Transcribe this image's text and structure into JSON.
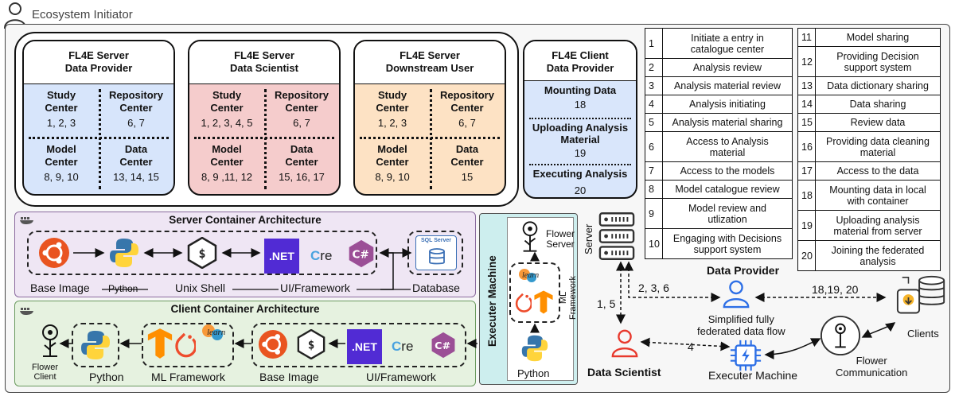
{
  "header": {
    "title": "Ecosystem Initiator"
  },
  "roles": [
    {
      "title": "FL4E Server\nData Provider",
      "color": "#d7e5fb",
      "cells": [
        {
          "name": "Study\nCenter",
          "value": "1, 2, 3"
        },
        {
          "name": "Repository\nCenter",
          "value": "6, 7"
        },
        {
          "name": "Model\nCenter",
          "value": "8, 9, 10"
        },
        {
          "name": "Data\nCenter",
          "value": "13, 14, 15"
        }
      ]
    },
    {
      "title": "FL4E Server\nData Scientist",
      "color": "#f5cccc",
      "cells": [
        {
          "name": "Study\nCenter",
          "value": "1, 2, 3, 4, 5"
        },
        {
          "name": "Repository\nCenter",
          "value": "6, 7"
        },
        {
          "name": "Model\nCenter",
          "value": "8, 9 ,11, 12"
        },
        {
          "name": "Data\nCenter",
          "value": "15, 16, 17"
        }
      ]
    },
    {
      "title": "FL4E Server\nDownstream User",
      "color": "#fde2c4",
      "cells": [
        {
          "name": "Study\nCenter",
          "value": "1, 2, 3"
        },
        {
          "name": "Repository\nCenter",
          "value": "6, 7"
        },
        {
          "name": "Model\nCenter",
          "value": "8, 9, 10"
        },
        {
          "name": "Data\nCenter",
          "value": "15"
        }
      ]
    }
  ],
  "client_box": {
    "title": "FL4E Client\nData Provider",
    "items": [
      {
        "name": "Mounting Data",
        "value": "18"
      },
      {
        "name": "Uploading Analysis\nMaterial",
        "value": "19"
      },
      {
        "name": "Executing Analysis",
        "value": "20"
      }
    ]
  },
  "steps_left": [
    {
      "n": "1",
      "text": "Initiate a entry in\ncatalogue center"
    },
    {
      "n": "2",
      "text": "Analysis review"
    },
    {
      "n": "3",
      "text": "Analysis material review"
    },
    {
      "n": "4",
      "text": "Analysis initiating"
    },
    {
      "n": "5",
      "text": "Analysis material sharing"
    },
    {
      "n": "6",
      "text": "Access to Analysis\nmaterial"
    },
    {
      "n": "7",
      "text": "Access to the models"
    },
    {
      "n": "8",
      "text": "Model catalogue review"
    },
    {
      "n": "9",
      "text": "Model review and\nutlization"
    },
    {
      "n": "10",
      "text": "Engaging with Decisions\nsupport system"
    }
  ],
  "steps_right": [
    {
      "n": "11",
      "text": "Model sharing"
    },
    {
      "n": "12",
      "text": "Providing Decision\nsupport system"
    },
    {
      "n": "13",
      "text": "Data dictionary sharing"
    },
    {
      "n": "14",
      "text": "Data sharing"
    },
    {
      "n": "15",
      "text": "Review data"
    },
    {
      "n": "16",
      "text": "Providing data cleaning\nmaterial"
    },
    {
      "n": "17",
      "text": "Access to the data"
    },
    {
      "n": "18",
      "text": "Mounting data in local\nwith container"
    },
    {
      "n": "19",
      "text": "Uploading analysis\nmaterial from server"
    },
    {
      "n": "20",
      "text": "Joining the federated\nanalysis"
    }
  ],
  "server_arch": {
    "title": "Server Container Architecture",
    "labels": [
      "Base Image",
      "Python",
      "Unix Shell",
      "UI/Framework",
      "Database"
    ],
    "net": ".NET",
    "core": "re",
    "sql": "SQL Server"
  },
  "client_arch": {
    "title": "Client Container Architecture",
    "labels": [
      "Flower\nClient",
      "Python",
      "ML Framework",
      "Base Image",
      "UI/Framework"
    ],
    "net": ".NET",
    "core": "re",
    "learn": "learn"
  },
  "executer": {
    "side_label": "Executer Machine",
    "flower_server": "Flower\nServer",
    "ml_framework": "ML\nFramework",
    "python": "Python",
    "learn": "learn"
  },
  "flow": {
    "server": "Server",
    "data_provider": "Data Provider",
    "data_scientist": "Data Scientist",
    "executer_machine": "Executer Machine",
    "clients": "Clients",
    "flower_comm": "Flower\nCommunication",
    "simplified": "Simplified fully\nfederated data flow",
    "e_236": "2, 3, 6",
    "e_15": "1, 5",
    "e_4": "4",
    "e_181920": "18,19, 20"
  },
  "colors": {
    "provider": "#d7e5fb",
    "scientist": "#f5cccc",
    "downstream": "#fde2c4",
    "server_arch_bg": "#efe6f4",
    "client_arch_bg": "#e6f2e0",
    "executer_bg": "#cdeeee",
    "red": "#e8392d",
    "blue": "#2d6fe6"
  }
}
